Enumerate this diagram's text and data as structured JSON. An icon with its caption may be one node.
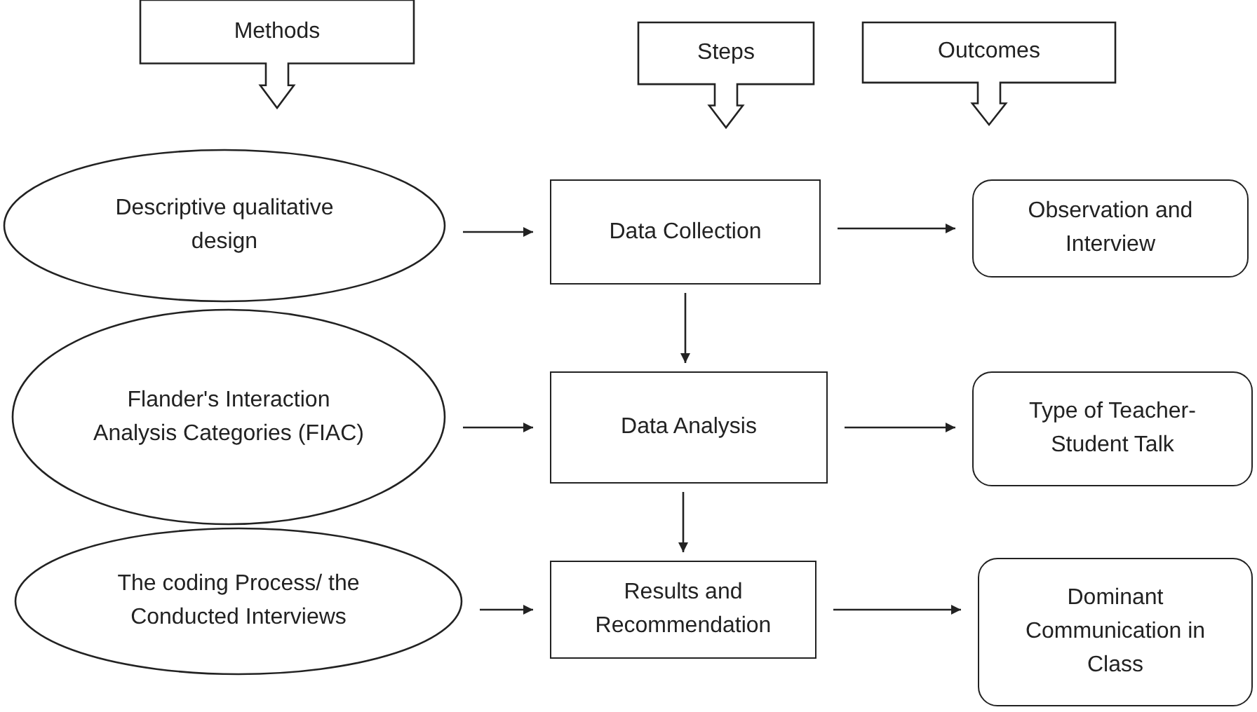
{
  "diagram": {
    "nodes": [
      {
        "text": [
          "Methods"
        ]
      },
      {
        "text": [
          "Steps"
        ]
      },
      {
        "text": [
          "Outcomes"
        ]
      },
      {
        "text": [
          "Descriptive qualitative design"
        ]
      },
      {
        "text": [
          "Data Collection"
        ]
      },
      {
        "text": [
          "Observation and Interview"
        ]
      },
      {
        "text": [
          "Flander's Interaction Analysis Categories (FIAC)"
        ]
      },
      {
        "text": [
          "Data Analysis"
        ]
      },
      {
        "text": [
          "Type of Teacher-Student Talk"
        ]
      },
      {
        "text": [
          "The coding Process/ the Conducted Interviews"
        ]
      },
      {
        "text": [
          "Results and Recommendation"
        ]
      },
      {
        "text": [
          "Dominant Communication in Class"
        ]
      }
    ],
    "edges": [
      {
        "from": 3,
        "to": 4,
        "arrow": "to"
      },
      {
        "from": 4,
        "to": 5,
        "arrow": "to"
      },
      {
        "from": 4,
        "to": 7,
        "arrow": "to"
      },
      {
        "from": 6,
        "to": 7,
        "arrow": "to"
      },
      {
        "from": 7,
        "to": 8,
        "arrow": "to"
      },
      {
        "from": 7,
        "to": 10,
        "arrow": "to"
      },
      {
        "from": 9,
        "to": 10,
        "arrow": "to"
      },
      {
        "from": 10,
        "to": 11,
        "arrow": "to"
      }
    ]
  }
}
